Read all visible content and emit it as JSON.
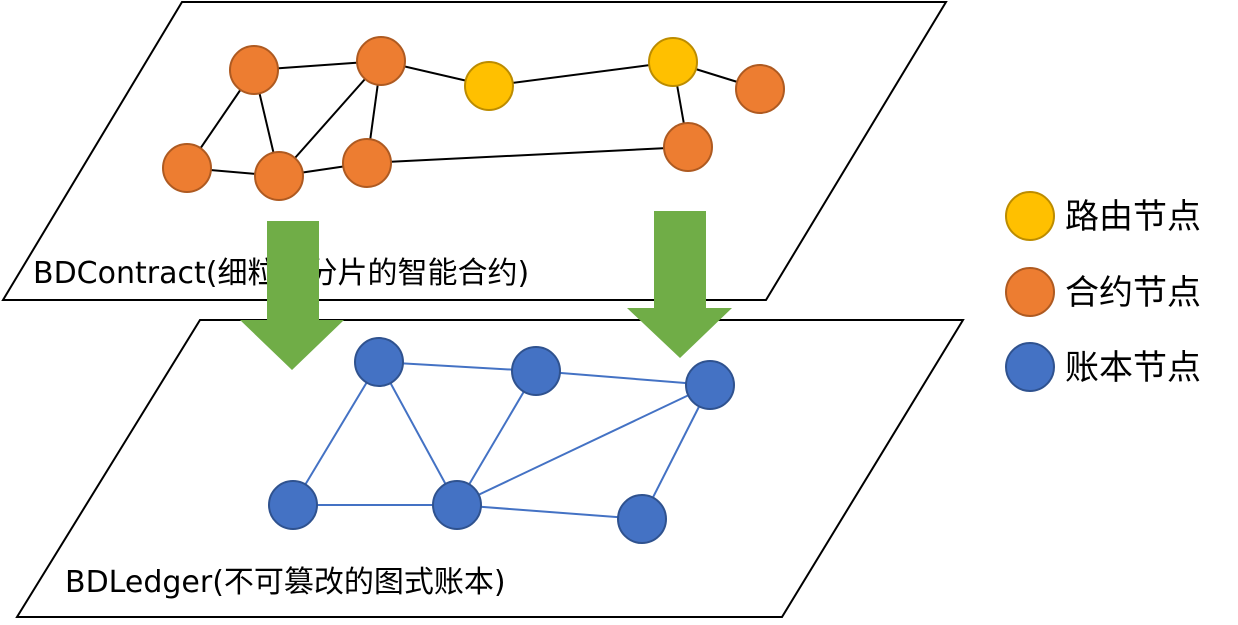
{
  "layers": {
    "contract": {
      "label": "BDContract(细粒度分片的智能合约)"
    },
    "ledger": {
      "label": "BDLedger(不可篡改的图式账本)"
    }
  },
  "legend": {
    "items": [
      {
        "label": "路由节点",
        "color": "#FFC000"
      },
      {
        "label": "合约节点",
        "color": "#ED7D31"
      },
      {
        "label": "账本节点",
        "color": "#4472C4"
      }
    ]
  },
  "colors": {
    "router_node": "#FFC000",
    "contract_node": "#ED7D31",
    "ledger_node": "#4472C4",
    "ledger_edge": "#4472C4",
    "arrow": "#70AD47"
  }
}
